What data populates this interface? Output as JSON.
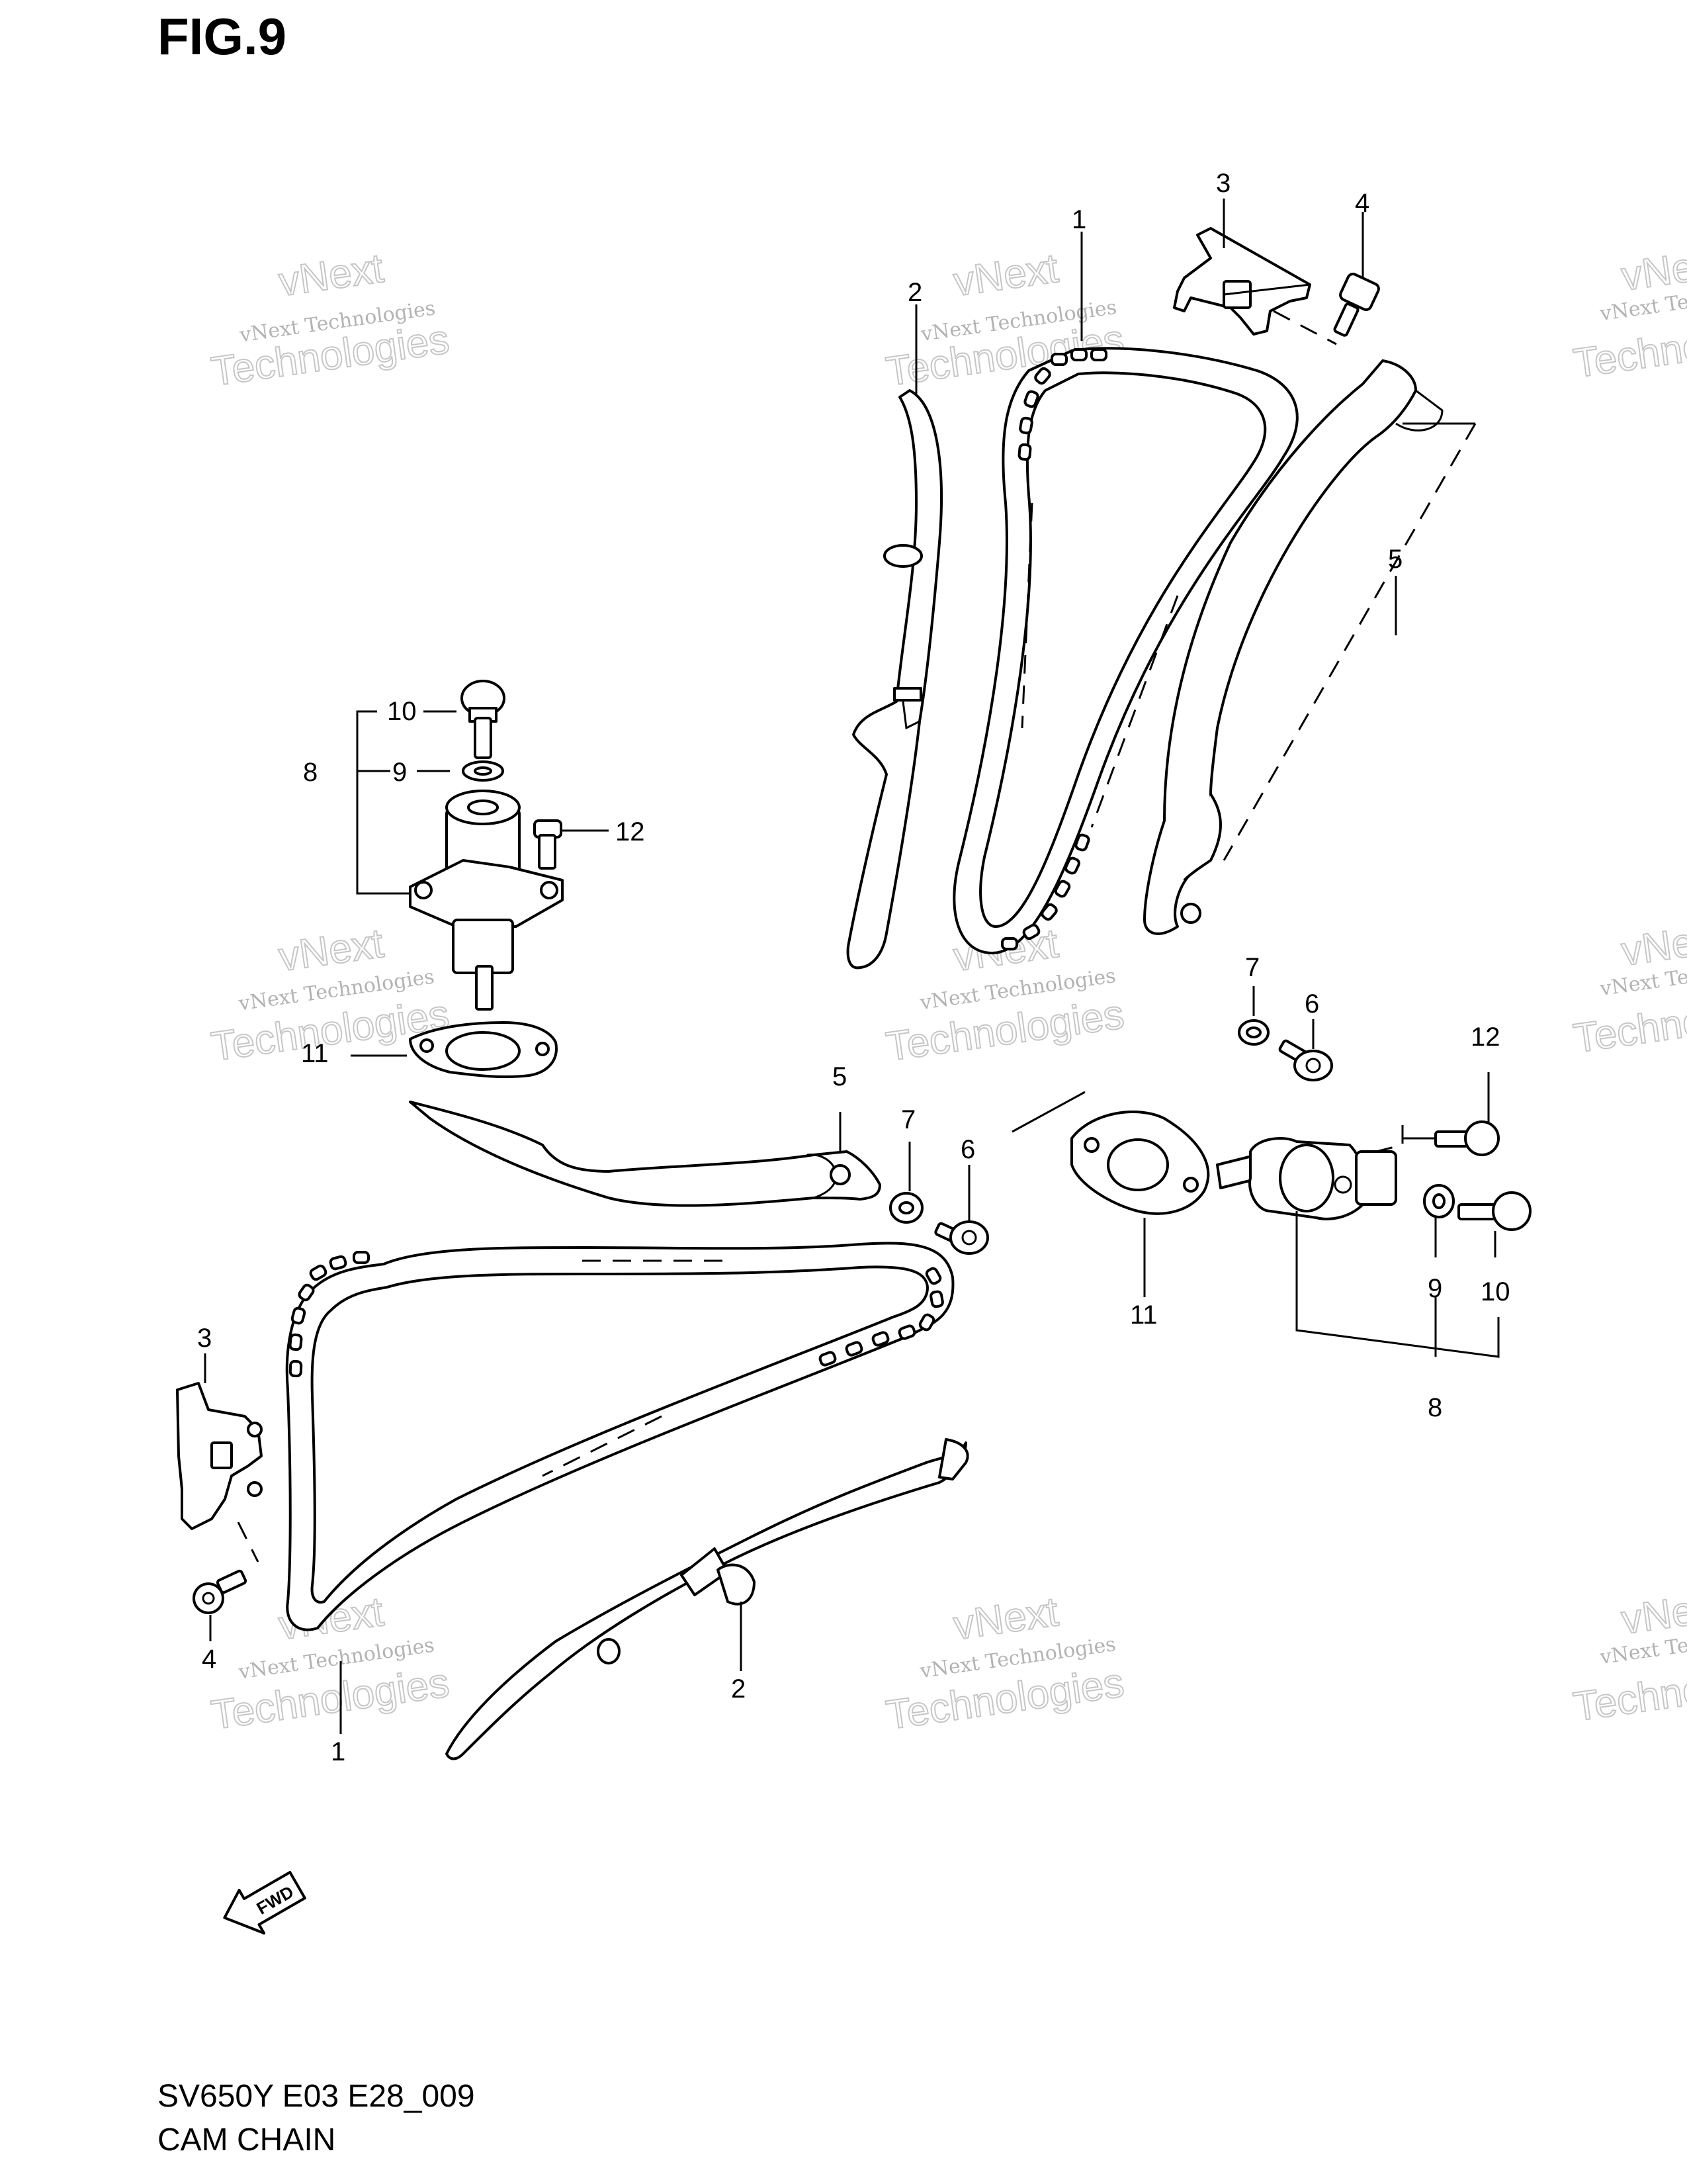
{
  "figure": {
    "title": "FIG.9"
  },
  "footer": {
    "model_code": "SV650Y E03 E28_009",
    "section_name": "CAM CHAIN"
  },
  "watermark": {
    "line1": "vNext Technologies",
    "line2": "vNext",
    "line3": "Technologies"
  },
  "fwd_badge": {
    "label": "FWD"
  },
  "callouts": {
    "c1_top": "1",
    "c2_top": "2",
    "c3_top": "3",
    "c4_top": "4",
    "c5_right": "5",
    "c10_left": "10",
    "c8_left": "8",
    "c9_left": "9",
    "c12_left": "12",
    "c11_left": "11",
    "c7_right": "7",
    "c6_right": "6",
    "c12_right": "12",
    "c5_mid": "5",
    "c7_mid": "7",
    "c6_mid": "6",
    "c11_right": "11",
    "c9_right": "9",
    "c10_right": "10",
    "c8_right": "8",
    "c3_bottom": "3",
    "c4_bottom": "4",
    "c1_bottom": "1",
    "c2_bottom": "2"
  }
}
